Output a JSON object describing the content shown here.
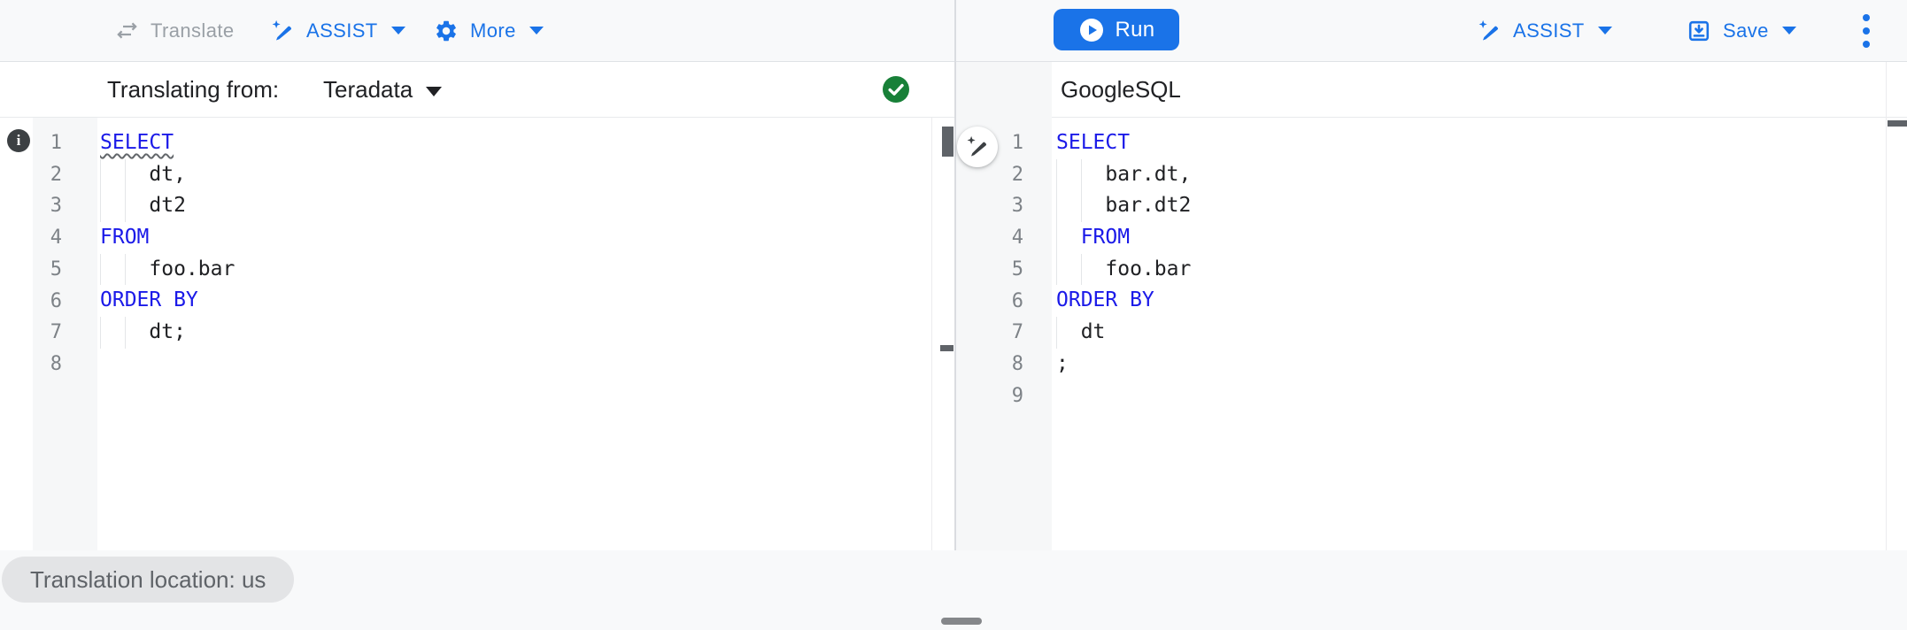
{
  "colors": {
    "accent_blue": "#1a73e8",
    "keyword_blue": "#1b1ae8",
    "success_green": "#188038",
    "gutter_gray": "#f6f7f8"
  },
  "toolbar": {
    "translate": {
      "label": "Translate",
      "icon": "swap-arrows-icon",
      "enabled": false
    },
    "assist_left": {
      "label": "ASSIST",
      "icon": "magic-pen-icon"
    },
    "more": {
      "label": "More",
      "icon": "gear-icon"
    },
    "run": {
      "label": "Run",
      "icon": "play-circle-icon"
    },
    "assist_right": {
      "label": "ASSIST",
      "icon": "magic-pen-icon"
    },
    "save": {
      "label": "Save",
      "icon": "save-box-icon"
    },
    "overflow": {
      "icon": "kebab-menu-icon"
    }
  },
  "source_pane": {
    "header_label": "Translating from:",
    "dialect": "Teradata",
    "status_icon": "success-check-icon",
    "lint_icon": "info-icon",
    "editor": {
      "line_numbers": [
        1,
        2,
        3,
        4,
        5,
        6,
        7,
        8
      ],
      "lines": [
        {
          "indent": 0,
          "tokens": [
            {
              "text": "SELECT",
              "type": "keyword",
              "underline": "wavy"
            }
          ]
        },
        {
          "indent": 4,
          "tokens": [
            {
              "text": "dt,",
              "type": "plain"
            }
          ]
        },
        {
          "indent": 4,
          "tokens": [
            {
              "text": "dt2",
              "type": "plain"
            }
          ]
        },
        {
          "indent": 0,
          "tokens": [
            {
              "text": "FROM",
              "type": "keyword"
            }
          ]
        },
        {
          "indent": 4,
          "tokens": [
            {
              "text": "foo.bar",
              "type": "plain"
            }
          ]
        },
        {
          "indent": 0,
          "tokens": [
            {
              "text": "ORDER BY",
              "type": "keyword"
            }
          ]
        },
        {
          "indent": 4,
          "tokens": [
            {
              "text": "dt;",
              "type": "plain"
            }
          ]
        },
        {
          "indent": 0,
          "tokens": []
        }
      ]
    }
  },
  "target_pane": {
    "header_label": "GoogleSQL",
    "wand_icon": "magic-pen-icon",
    "editor": {
      "line_numbers": [
        1,
        2,
        3,
        4,
        5,
        6,
        7,
        8,
        9
      ],
      "lines": [
        {
          "indent": 0,
          "tokens": [
            {
              "text": "SELECT",
              "type": "keyword"
            }
          ]
        },
        {
          "indent": 4,
          "tokens": [
            {
              "text": "bar.dt,",
              "type": "plain"
            }
          ]
        },
        {
          "indent": 4,
          "tokens": [
            {
              "text": "bar.dt2",
              "type": "plain"
            }
          ]
        },
        {
          "indent": 2,
          "tokens": [
            {
              "text": "FROM",
              "type": "keyword"
            }
          ]
        },
        {
          "indent": 4,
          "tokens": [
            {
              "text": "foo.bar",
              "type": "plain"
            }
          ]
        },
        {
          "indent": 0,
          "tokens": [
            {
              "text": "ORDER BY",
              "type": "keyword"
            }
          ]
        },
        {
          "indent": 2,
          "tokens": [
            {
              "text": "dt",
              "type": "plain"
            }
          ]
        },
        {
          "indent": 0,
          "tokens": [
            {
              "text": ";",
              "type": "plain"
            }
          ]
        },
        {
          "indent": 0,
          "tokens": []
        }
      ]
    }
  },
  "status_chip": {
    "label": "Translation location: us"
  }
}
